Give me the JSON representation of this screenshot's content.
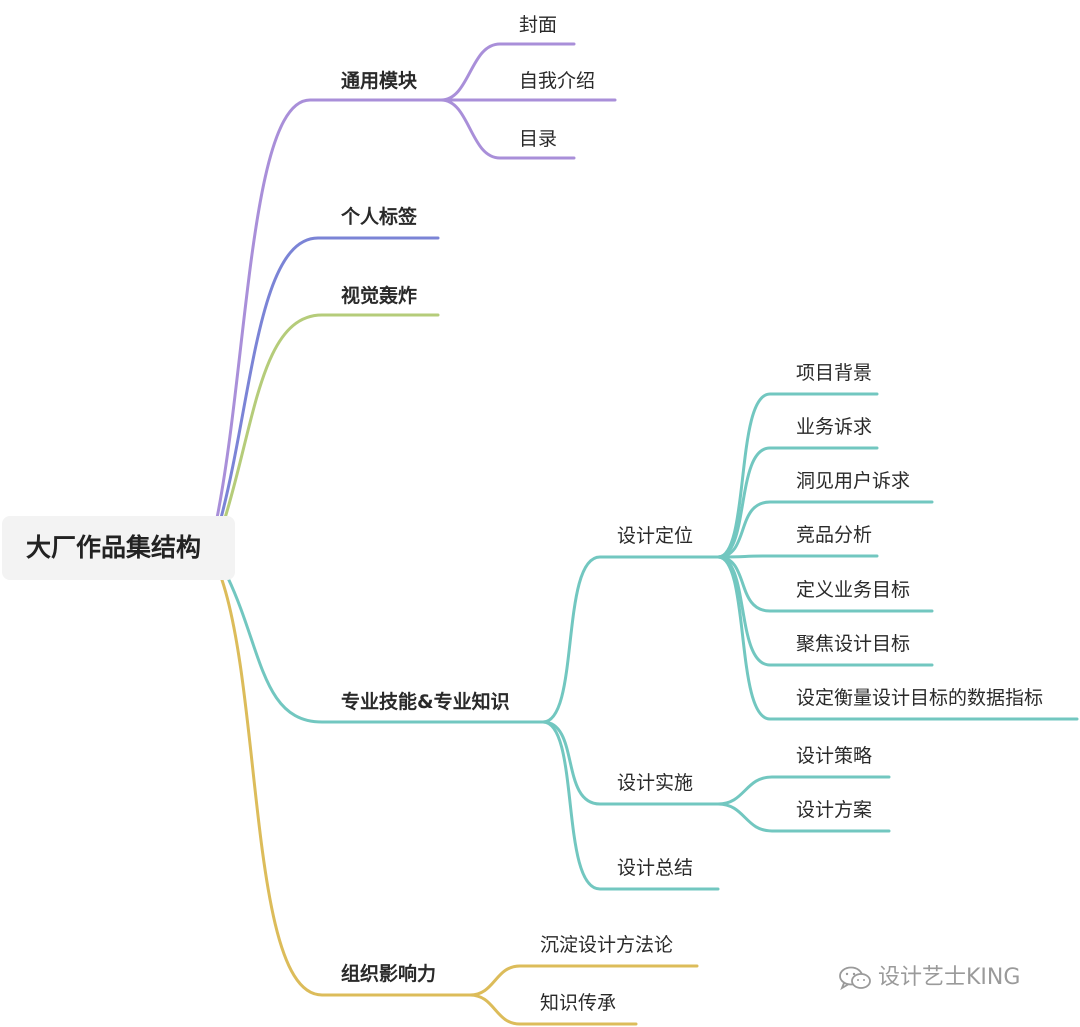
{
  "root": {
    "label": "大厂作品集结构"
  },
  "colors": {
    "purple": "#a98fd9",
    "blue": "#7b84d6",
    "green": "#b5cc7a",
    "teal": "#72c7c0",
    "gold": "#dcbc5a"
  },
  "branches": {
    "general": {
      "label": "通用模块",
      "children": [
        "封面",
        "自我介绍",
        "目录"
      ]
    },
    "tags": {
      "label": "个人标签"
    },
    "visual": {
      "label": "视觉轰炸"
    },
    "skills": {
      "label": "专业技能&专业知识",
      "positioning": {
        "label": "设计定位",
        "children": [
          "项目背景",
          "业务诉求",
          "洞见用户诉求",
          "竞品分析",
          "定义业务目标",
          "聚焦设计目标",
          "设定衡量设计目标的数据指标"
        ]
      },
      "implementation": {
        "label": "设计实施",
        "children": [
          "设计策略",
          "设计方案"
        ]
      },
      "summary": {
        "label": "设计总结"
      }
    },
    "influence": {
      "label": "组织影响力",
      "children": [
        "沉淀设计方法论",
        "知识传承"
      ]
    }
  },
  "watermark": {
    "icon": "wechat-icon",
    "text": "设计艺士KING"
  }
}
